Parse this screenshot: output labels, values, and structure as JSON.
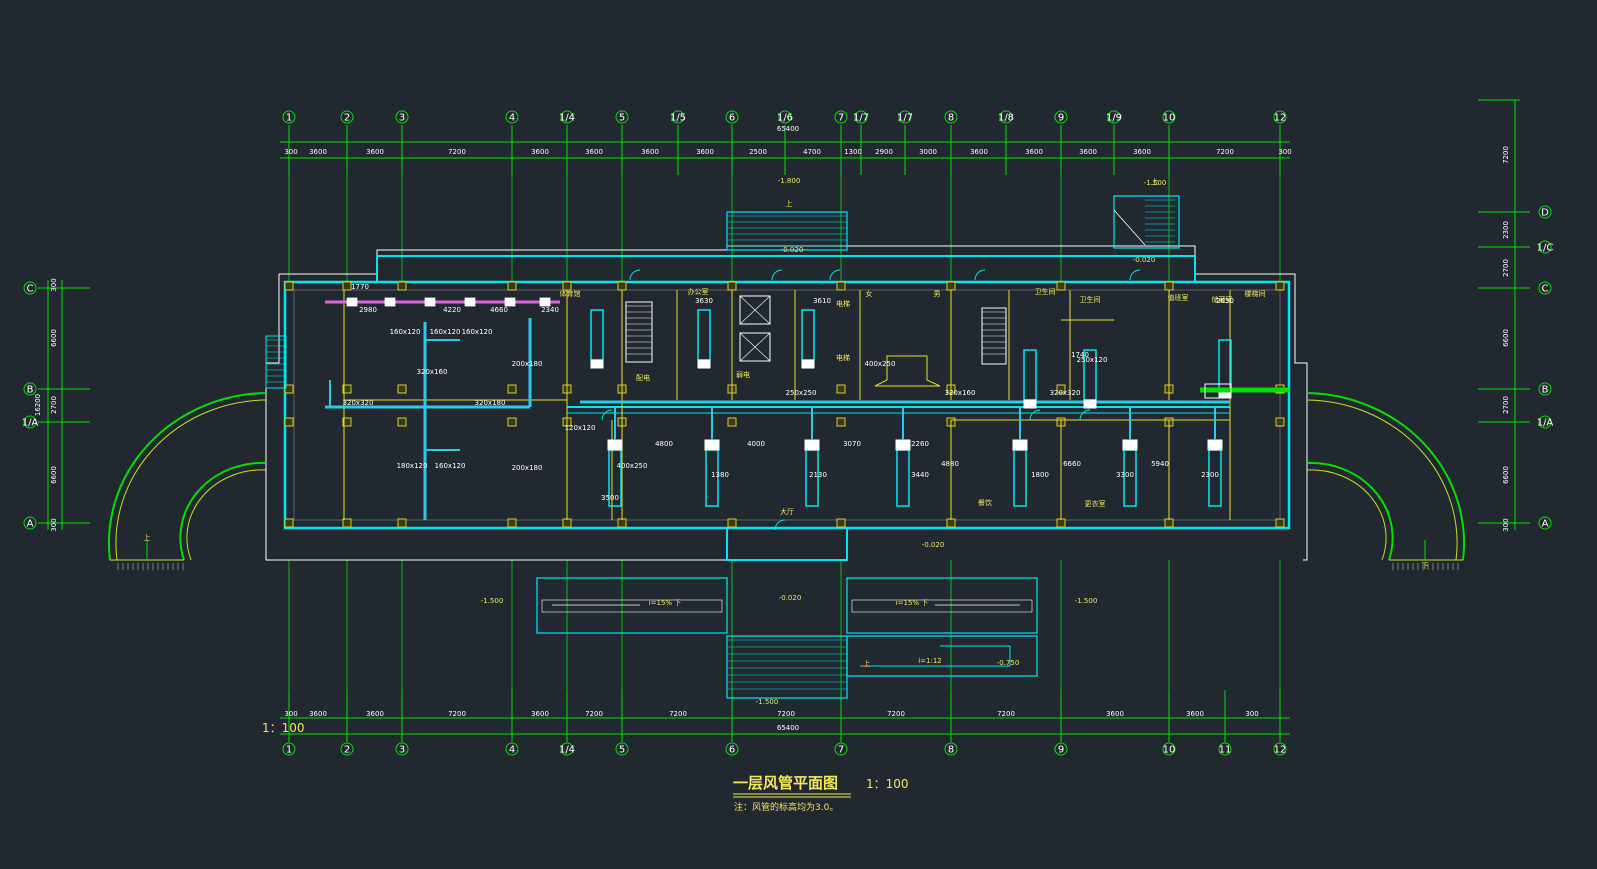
{
  "drawing": {
    "title": "一层风管平面图",
    "title_scale": "1：100",
    "corner_scale": "1：100",
    "note": "注：风管的标高均为3.0。"
  },
  "axes_top": [
    "1",
    "2",
    "3",
    "4",
    "1/4",
    "5",
    "1/5",
    "6",
    "1/6",
    "7",
    "1/7",
    "1/7",
    "8",
    "1/8",
    "9",
    "1/9",
    "10",
    "12"
  ],
  "axes_bottom": [
    "1",
    "2",
    "3",
    "4",
    "1/4",
    "5",
    "6",
    "7",
    "8",
    "9",
    "10",
    "11",
    "12"
  ],
  "axes_left": [
    "C",
    "B",
    "1/A",
    "A"
  ],
  "axes_right": [
    "D",
    "1/C",
    "C",
    "B",
    "1/A",
    "A"
  ],
  "dims_top": [
    "300",
    "3600",
    "3600",
    "7200",
    "3600",
    "3600",
    "3600",
    "3600",
    "2500",
    "4700",
    "1300",
    "2900",
    "3000",
    "3600",
    "3600",
    "3600",
    "3600",
    "7200",
    "300"
  ],
  "dims_top_total": "65400",
  "dims_bottom": [
    "300",
    "3600",
    "3600",
    "7200",
    "3600",
    "7200",
    "7200",
    "7200",
    "7200",
    "7200",
    "3600",
    "3600",
    "300"
  ],
  "dims_bottom_total": "65400",
  "dims_left": [
    "300",
    "6600",
    "2700",
    "6600",
    "300"
  ],
  "dims_left_total": "16200",
  "dims_right": [
    "7200",
    "2300",
    "2700",
    "6600",
    "2700",
    "6600",
    "300"
  ],
  "elevations": [
    "-1.800",
    "-0.020",
    "-1.500",
    "-0.020",
    "-0.020",
    "-1.500",
    "-0.020",
    "-1.500",
    "-0.750",
    "-1.500"
  ],
  "rooms": [
    "办公室",
    "电梯",
    "电梯",
    "卫生间",
    "女",
    "男",
    "体育馆",
    "卫生间",
    "大厅",
    "餐饮",
    "配电",
    "弱电",
    "值班室",
    "更衣室",
    "楼梯间",
    "储藏室"
  ],
  "duct_sizes": [
    "160x120",
    "160x120",
    "160x120",
    "200x180",
    "320x160",
    "320x320",
    "320x180",
    "180x120",
    "160x120",
    "200x180",
    "400x250",
    "250x250",
    "400x250",
    "320x160",
    "320x320",
    "120x120",
    "250x120"
  ],
  "duct_dims": [
    "2980",
    "4220",
    "4660",
    "2340",
    "1770",
    "4800",
    "4000",
    "3070",
    "2260",
    "4880",
    "6660",
    "5940",
    "3500",
    "3630",
    "3610",
    "2050",
    "1740",
    "1380",
    "2130",
    "3440",
    "1800",
    "3300",
    "2300"
  ],
  "ramps": [
    "i=15%  下",
    "i=15%  下",
    "i=1:12"
  ],
  "stair_labels": [
    "上",
    "上",
    "上",
    "下",
    "上"
  ],
  "colors": {
    "background": "#212830",
    "wall": "#00e6f0",
    "grid": "#00e000",
    "text": "#f2e85a",
    "duct": "#e060e0",
    "equipment": "#ffffff"
  }
}
